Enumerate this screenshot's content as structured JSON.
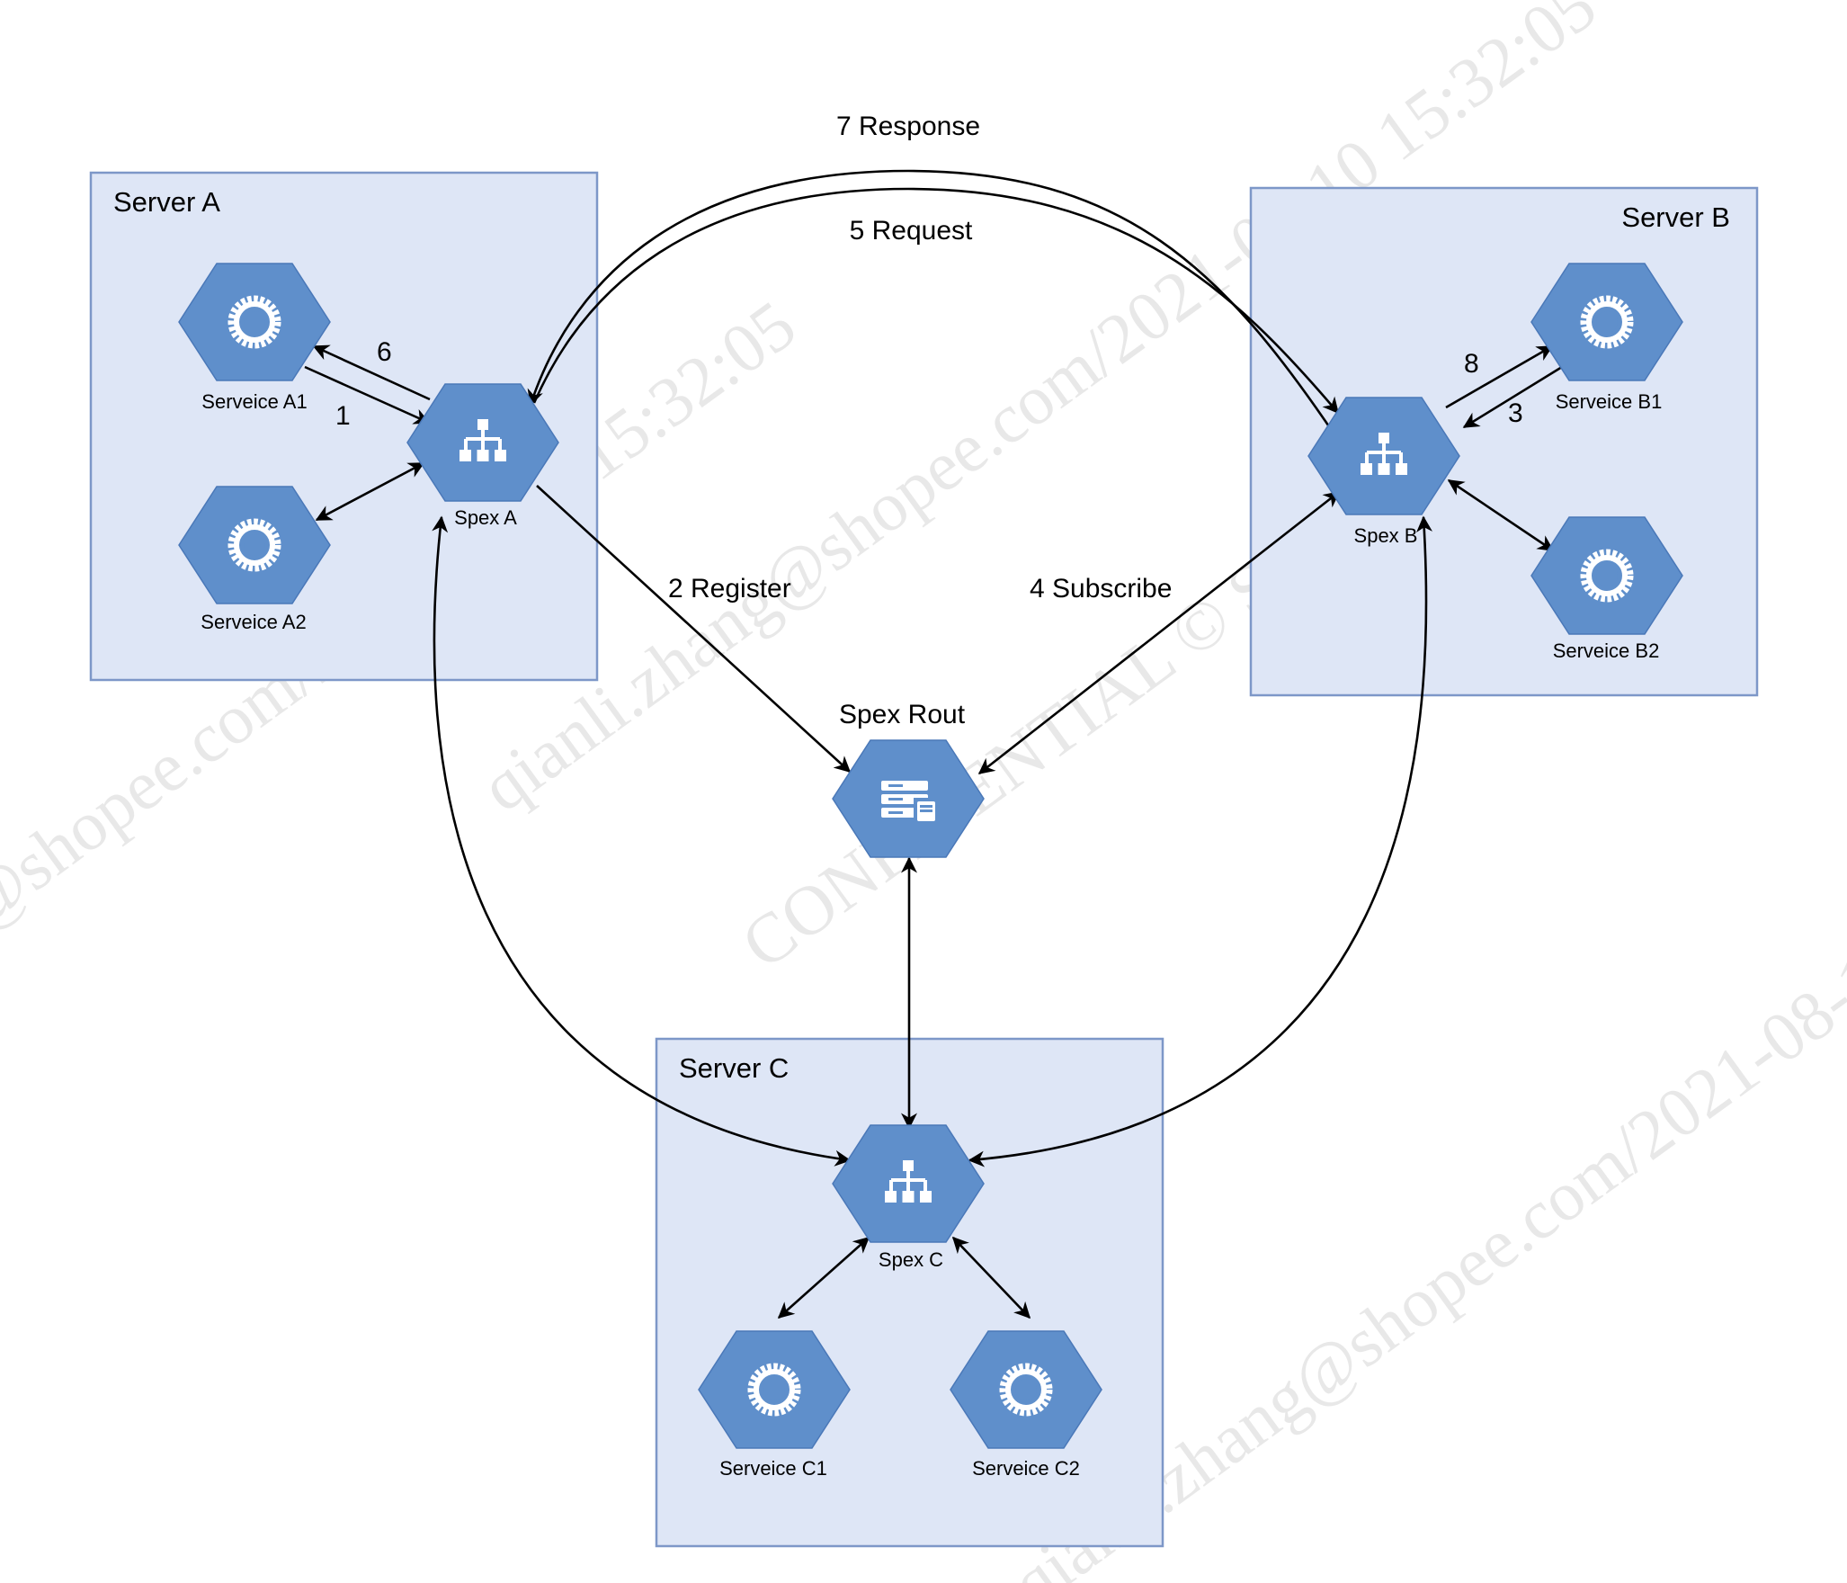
{
  "watermark": {
    "lines": [
      "qianli.zhang@shopee.com/2021-08-10 15:32:05",
      "CONFIDENTIAL © Shopee"
    ]
  },
  "servers": {
    "a": {
      "label": "Server A"
    },
    "b": {
      "label": "Server B"
    },
    "c": {
      "label": "Server C"
    }
  },
  "nodes": {
    "svc_a1": {
      "label": "Serveice A1",
      "icon": "gear-icon"
    },
    "svc_a2": {
      "label": "Serveice A2",
      "icon": "gear-icon"
    },
    "spex_a": {
      "label": "Spex A",
      "icon": "hierarchy-icon"
    },
    "svc_b1": {
      "label": "Serveice B1",
      "icon": "gear-icon"
    },
    "svc_b2": {
      "label": "Serveice B2",
      "icon": "gear-icon"
    },
    "spex_b": {
      "label": "Spex B",
      "icon": "hierarchy-icon"
    },
    "spex_rout": {
      "label": "Spex Rout",
      "icon": "server-icon"
    },
    "spex_c": {
      "label": "Spex C",
      "icon": "hierarchy-icon"
    },
    "svc_c1": {
      "label": "Serveice C1",
      "icon": "gear-icon"
    },
    "svc_c2": {
      "label": "Serveice C2",
      "icon": "gear-icon"
    }
  },
  "edges": {
    "response": {
      "label": "7 Response",
      "from": "Spex B",
      "to": "Spex A"
    },
    "request": {
      "label": "5 Request",
      "from": "Spex A",
      "to": "Spex B"
    },
    "register": {
      "label": "2 Register",
      "from": "Spex A",
      "to": "Spex Rout"
    },
    "subscribe": {
      "label": "4 Subscribe",
      "from": "Spex Rout",
      "to": "Spex B"
    },
    "a1_to_spexa": {
      "label": "1",
      "from": "Serveice A1",
      "to": "Spex A"
    },
    "spexa_to_a1": {
      "label": "6",
      "from": "Spex A",
      "to": "Serveice A1"
    },
    "b1_to_spexb": {
      "label": "3",
      "from": "Serveice B1",
      "to": "Spex B"
    },
    "spexb_to_b1": {
      "label": "8",
      "from": "Spex B",
      "to": "Serveice B1"
    }
  },
  "colors": {
    "server_fill": "#dee6f6",
    "server_border": "#7d97c8",
    "hex_fill": "#5f8fcb",
    "edge": "#000000"
  }
}
